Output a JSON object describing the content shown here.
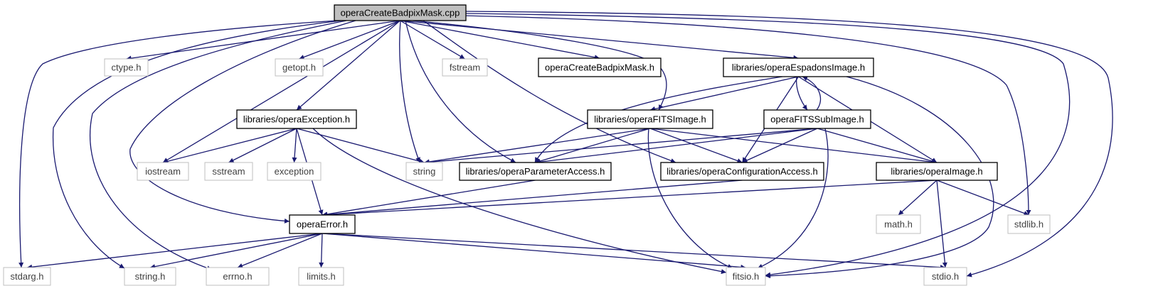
{
  "colors": {
    "edge": "#191970",
    "root_fill": "#bfbfbf",
    "node_border": "#000000",
    "external_border": "#bfbfbf",
    "external_text": "#404040",
    "node_text": "#000000"
  },
  "nodes": [
    {
      "id": "root",
      "label": "operaCreateBadpixMask.cpp",
      "kind": "root"
    },
    {
      "id": "ctype",
      "label": "ctype.h",
      "kind": "external"
    },
    {
      "id": "getopt",
      "label": "getopt.h",
      "kind": "external"
    },
    {
      "id": "fstream",
      "label": "fstream",
      "kind": "external"
    },
    {
      "id": "mainh",
      "label": "operaCreateBadpixMask.h",
      "kind": "internal"
    },
    {
      "id": "espadons",
      "label": "libraries/operaEspadonsImage.h",
      "kind": "internal"
    },
    {
      "id": "exception_h",
      "label": "libraries/operaException.h",
      "kind": "internal"
    },
    {
      "id": "fitsimage",
      "label": "libraries/operaFITSImage.h",
      "kind": "internal"
    },
    {
      "id": "fitssub",
      "label": "operaFITSSubImage.h",
      "kind": "internal"
    },
    {
      "id": "iostream",
      "label": "iostream",
      "kind": "external"
    },
    {
      "id": "sstream",
      "label": "sstream",
      "kind": "external"
    },
    {
      "id": "exception",
      "label": "exception",
      "kind": "external"
    },
    {
      "id": "string",
      "label": "string",
      "kind": "external"
    },
    {
      "id": "param",
      "label": "libraries/operaParameterAccess.h",
      "kind": "internal"
    },
    {
      "id": "config",
      "label": "libraries/operaConfigurationAccess.h",
      "kind": "internal"
    },
    {
      "id": "image",
      "label": "libraries/operaImage.h",
      "kind": "internal"
    },
    {
      "id": "error",
      "label": "operaError.h",
      "kind": "internal"
    },
    {
      "id": "math",
      "label": "math.h",
      "kind": "external"
    },
    {
      "id": "stdlib",
      "label": "stdlib.h",
      "kind": "external"
    },
    {
      "id": "stdarg",
      "label": "stdarg.h",
      "kind": "external"
    },
    {
      "id": "stringh",
      "label": "string.h",
      "kind": "external"
    },
    {
      "id": "errno",
      "label": "errno.h",
      "kind": "external"
    },
    {
      "id": "limits",
      "label": "limits.h",
      "kind": "external"
    },
    {
      "id": "fitsio",
      "label": "fitsio.h",
      "kind": "external"
    },
    {
      "id": "stdio",
      "label": "stdio.h",
      "kind": "external"
    }
  ],
  "edges": [
    {
      "from": "root",
      "to": "ctype"
    },
    {
      "from": "root",
      "to": "getopt"
    },
    {
      "from": "root",
      "to": "fstream"
    },
    {
      "from": "root",
      "to": "mainh"
    },
    {
      "from": "root",
      "to": "espadons"
    },
    {
      "from": "root",
      "to": "exception_h"
    },
    {
      "from": "root",
      "to": "fitsimage"
    },
    {
      "from": "root",
      "to": "iostream"
    },
    {
      "from": "root",
      "to": "string"
    },
    {
      "from": "root",
      "to": "param"
    },
    {
      "from": "root",
      "to": "config"
    },
    {
      "from": "root",
      "to": "error"
    },
    {
      "from": "root",
      "to": "stdlib"
    },
    {
      "from": "root",
      "to": "stdarg"
    },
    {
      "from": "root",
      "to": "stringh"
    },
    {
      "from": "root",
      "to": "errno"
    },
    {
      "from": "root",
      "to": "fitsio"
    },
    {
      "from": "root",
      "to": "stdio"
    },
    {
      "from": "exception_h",
      "to": "iostream"
    },
    {
      "from": "exception_h",
      "to": "sstream"
    },
    {
      "from": "exception_h",
      "to": "exception"
    },
    {
      "from": "exception_h",
      "to": "string"
    },
    {
      "from": "exception_h",
      "to": "error"
    },
    {
      "from": "exception_h",
      "to": "fitsio"
    },
    {
      "from": "espadons",
      "to": "param"
    },
    {
      "from": "espadons",
      "to": "fitsimage"
    },
    {
      "from": "espadons",
      "to": "config"
    },
    {
      "from": "espadons",
      "to": "fitssub"
    },
    {
      "from": "espadons",
      "to": "image"
    },
    {
      "from": "espadons",
      "to": "fitsio"
    },
    {
      "from": "fitssub",
      "to": "espadons"
    },
    {
      "from": "fitsimage",
      "to": "string"
    },
    {
      "from": "fitsimage",
      "to": "param"
    },
    {
      "from": "fitsimage",
      "to": "config"
    },
    {
      "from": "fitsimage",
      "to": "image"
    },
    {
      "from": "fitsimage",
      "to": "fitsio"
    },
    {
      "from": "fitssub",
      "to": "string"
    },
    {
      "from": "fitssub",
      "to": "param"
    },
    {
      "from": "fitssub",
      "to": "config"
    },
    {
      "from": "fitssub",
      "to": "image"
    },
    {
      "from": "fitssub",
      "to": "fitsio"
    },
    {
      "from": "param",
      "to": "error"
    },
    {
      "from": "config",
      "to": "error"
    },
    {
      "from": "image",
      "to": "error"
    },
    {
      "from": "image",
      "to": "math"
    },
    {
      "from": "image",
      "to": "stdlib"
    },
    {
      "from": "image",
      "to": "stdio"
    },
    {
      "from": "error",
      "to": "stdarg"
    },
    {
      "from": "error",
      "to": "stringh"
    },
    {
      "from": "error",
      "to": "errno"
    },
    {
      "from": "error",
      "to": "limits"
    },
    {
      "from": "error",
      "to": "fitsio"
    },
    {
      "from": "error",
      "to": "stdio"
    }
  ]
}
